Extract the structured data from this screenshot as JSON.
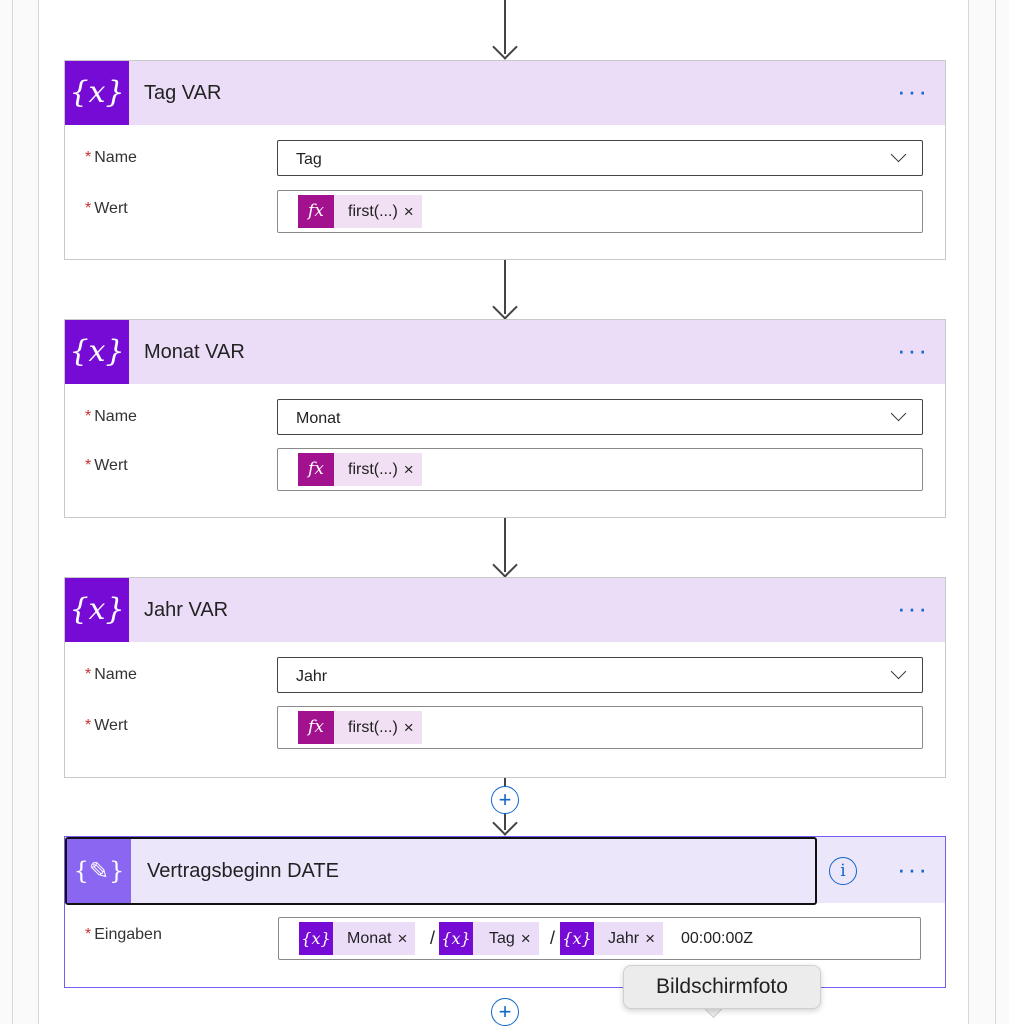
{
  "cards": [
    {
      "title": "Tag VAR",
      "name_label": "Name",
      "name_value": "Tag",
      "wert_label": "Wert",
      "wert_token": "first(...)",
      "token_remove": "×",
      "icon": "{x}",
      "more": "···"
    },
    {
      "title": "Monat VAR",
      "name_label": "Name",
      "name_value": "Monat",
      "wert_label": "Wert",
      "wert_token": "first(...)",
      "token_remove": "×",
      "icon": "{x}",
      "more": "···"
    },
    {
      "title": "Jahr VAR",
      "name_label": "Name",
      "name_value": "Jahr",
      "wert_label": "Wert",
      "wert_token": "first(...)",
      "token_remove": "×",
      "icon": "{x}",
      "more": "···"
    }
  ],
  "required_marker": "*",
  "fx_icon": "fx",
  "compose": {
    "title": "Vertragsbeginn DATE",
    "icon": "{✎}",
    "info": "i",
    "more": "···",
    "input_label": "Eingaben",
    "tokens": [
      "Monat",
      "Tag",
      "Jahr"
    ],
    "separator": "/",
    "suffix": "00:00:00Z",
    "token_remove": "×",
    "var_icon": "{x}"
  },
  "add_step": "+",
  "tooltip": "Bildschirmfoto",
  "colors": {
    "variable": "#770bd6",
    "expression": "#a3128e",
    "compose": "#8a66f1",
    "link": "#1266c9",
    "header_bg": "#ebdcf7"
  }
}
